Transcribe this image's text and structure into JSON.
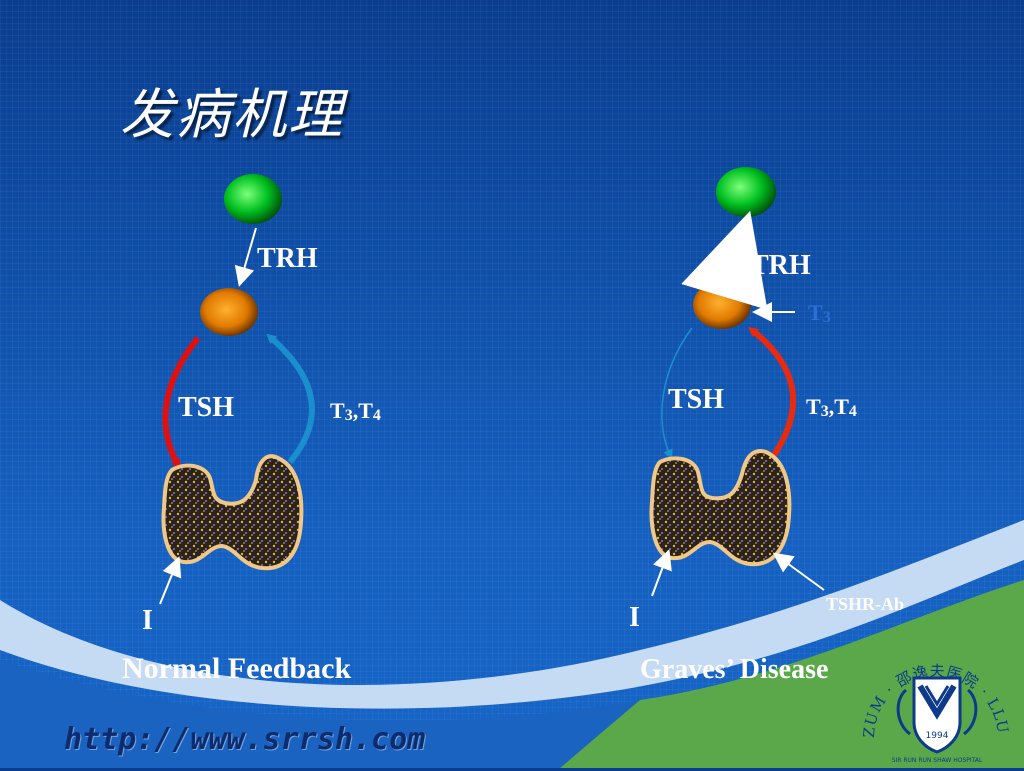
{
  "slide": {
    "title": "发病机理",
    "footer_url": "http://www.srrsh.com"
  },
  "left_panel": {
    "trh": "TRH",
    "tsh": "TSH",
    "t3": "T3",
    "t3_letter": "T",
    "t3_sub": "3",
    "sep": ",",
    "t4_letter": "T",
    "t4_sub": "4",
    "iodine": "I",
    "caption": "Normal Feedback"
  },
  "right_panel": {
    "trh": "TRH",
    "t3_inhibit_letter": "T",
    "t3_inhibit_sub": "3",
    "tsh": "TSH",
    "t3_letter": "T",
    "t3_sub": "3",
    "sep": ",",
    "t4_letter": "T",
    "t4_sub": "4",
    "iodine": "I",
    "antibody": "TSHR-Ab",
    "caption": "Graves’ Disease"
  },
  "logo": {
    "ring_text": "ZUM · 邵逸夫医院 · LLU",
    "year": "1994",
    "bottom_text": "SIR RUN RUN SHAW HOSPITAL"
  },
  "colors": {
    "hypothalamus": "#00c020",
    "pituitary": "#e07a00",
    "tsh_arrow_normal": "#e01010",
    "feedback_arrow_normal": "#1a8fd0",
    "feedback_arrow_graves": "#e82a10",
    "thyroid_fill": "#3a2a18",
    "thyroid_outline": "#f0c888"
  }
}
